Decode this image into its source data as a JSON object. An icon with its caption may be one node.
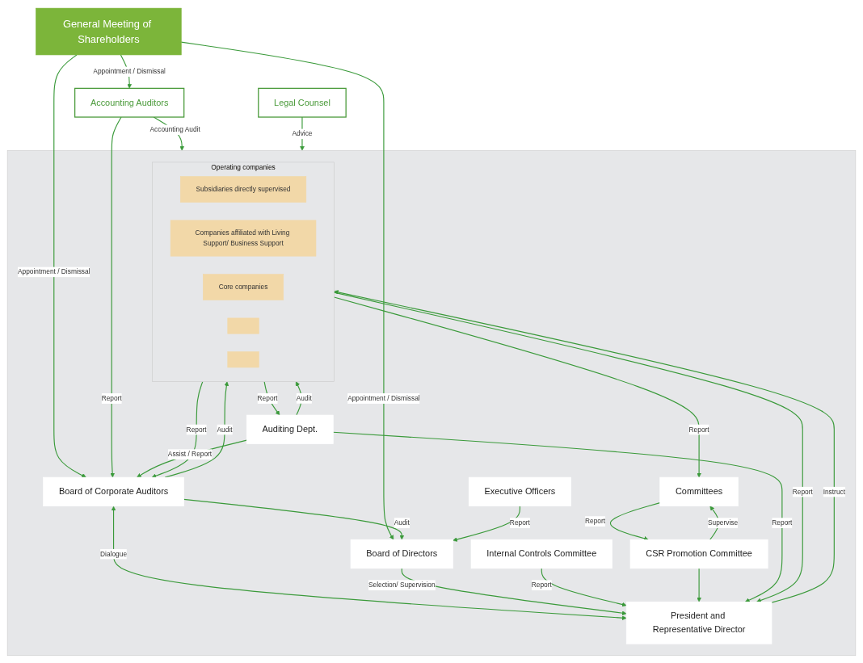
{
  "diagram": {
    "nodes": [
      {
        "text": [
          "General Meeting of Shareholders"
        ]
      },
      {
        "text": [
          "Accounting Auditors"
        ]
      },
      {
        "text": [
          "Legal Counsel"
        ]
      },
      {
        "text": [],
        "shape": "box"
      },
      {
        "text": [
          "Board of Corporate Auditors"
        ],
        "in": 3
      },
      {
        "text": [
          "Board of Directors"
        ],
        "in": 3
      },
      {
        "text": [
          "Executive Officers"
        ],
        "in": 3
      },
      {
        "text": [
          "President and Representative Director"
        ],
        "in": 3
      },
      {
        "text": [
          "Internal Controls Committee"
        ],
        "in": 3
      },
      {
        "text": [
          "CSR Promotion Committee"
        ],
        "in": 3
      },
      {
        "text": [
          "Auditing Dept."
        ],
        "in": 3
      },
      {
        "text": [
          "Operating companies"
        ],
        "in": 3
      },
      {
        "text": [
          "Subsidiaries directly supervised"
        ],
        "in": 11
      },
      {
        "text": [
          "Companies affiliated with Living Support/ Business Support"
        ],
        "in": 11
      },
      {
        "text": [
          "Core companies"
        ],
        "in": 11
      },
      {
        "text": [],
        "shape": "box",
        "in": 11
      },
      {
        "text": [],
        "shape": "box",
        "in": 11
      },
      {
        "text": [
          "Committees"
        ],
        "in": 3
      }
    ],
    "edges": [
      {
        "from": 0,
        "to": 1,
        "arrow": "to",
        "label": "Appointment / Dismissal"
      },
      {
        "from": 0,
        "to": 4,
        "arrow": "to",
        "label": "Appointment / Dismissal"
      },
      {
        "from": 0,
        "to": 5,
        "arrow": "to",
        "label": "Appointment / Dismissal"
      },
      {
        "from": 1,
        "to": 4,
        "arrow": "to",
        "label": "Report"
      },
      {
        "from": 1,
        "to": 3,
        "arrow": "to",
        "label": "Accounting Audit"
      },
      {
        "from": 2,
        "to": 3,
        "arrow": "to",
        "label": "Advice"
      },
      {
        "from": 4,
        "to": 5,
        "arrow": "to",
        "label": "Audit"
      },
      {
        "from": 6,
        "to": 5,
        "arrow": "to",
        "label": "Report"
      },
      {
        "from": 4,
        "to": 7,
        "arrow": "both",
        "label": "Dialogue"
      },
      {
        "from": 5,
        "to": 7,
        "arrow": "to",
        "label": "Selection/ Supervision"
      },
      {
        "from": 8,
        "to": 7,
        "arrow": "to",
        "label": "Report"
      },
      {
        "from": 9,
        "to": 7,
        "arrow": "to"
      },
      {
        "from": 10,
        "to": 4,
        "arrow": "to",
        "label": "Assist / Report"
      },
      {
        "from": 10,
        "to": 7,
        "arrow": "to",
        "label": "Report"
      },
      {
        "from": 4,
        "to": 11,
        "arrow": "to",
        "label": "Audit"
      },
      {
        "from": 11,
        "to": 4,
        "arrow": "to",
        "label": "Report"
      },
      {
        "from": 10,
        "to": 11,
        "arrow": "to",
        "label": "Audit"
      },
      {
        "from": 11,
        "to": 10,
        "arrow": "to",
        "label": "Report"
      },
      {
        "from": 7,
        "to": 11,
        "arrow": "to",
        "label": "Instruct"
      },
      {
        "from": 11,
        "to": 7,
        "arrow": "to",
        "label": "Report"
      },
      {
        "from": 9,
        "to": 17,
        "arrow": "to",
        "label": "Supervise"
      },
      {
        "from": 17,
        "to": 9,
        "arrow": "to",
        "label": "Report"
      },
      {
        "from": 11,
        "to": 17,
        "arrow": "to",
        "label": "Report"
      }
    ]
  }
}
